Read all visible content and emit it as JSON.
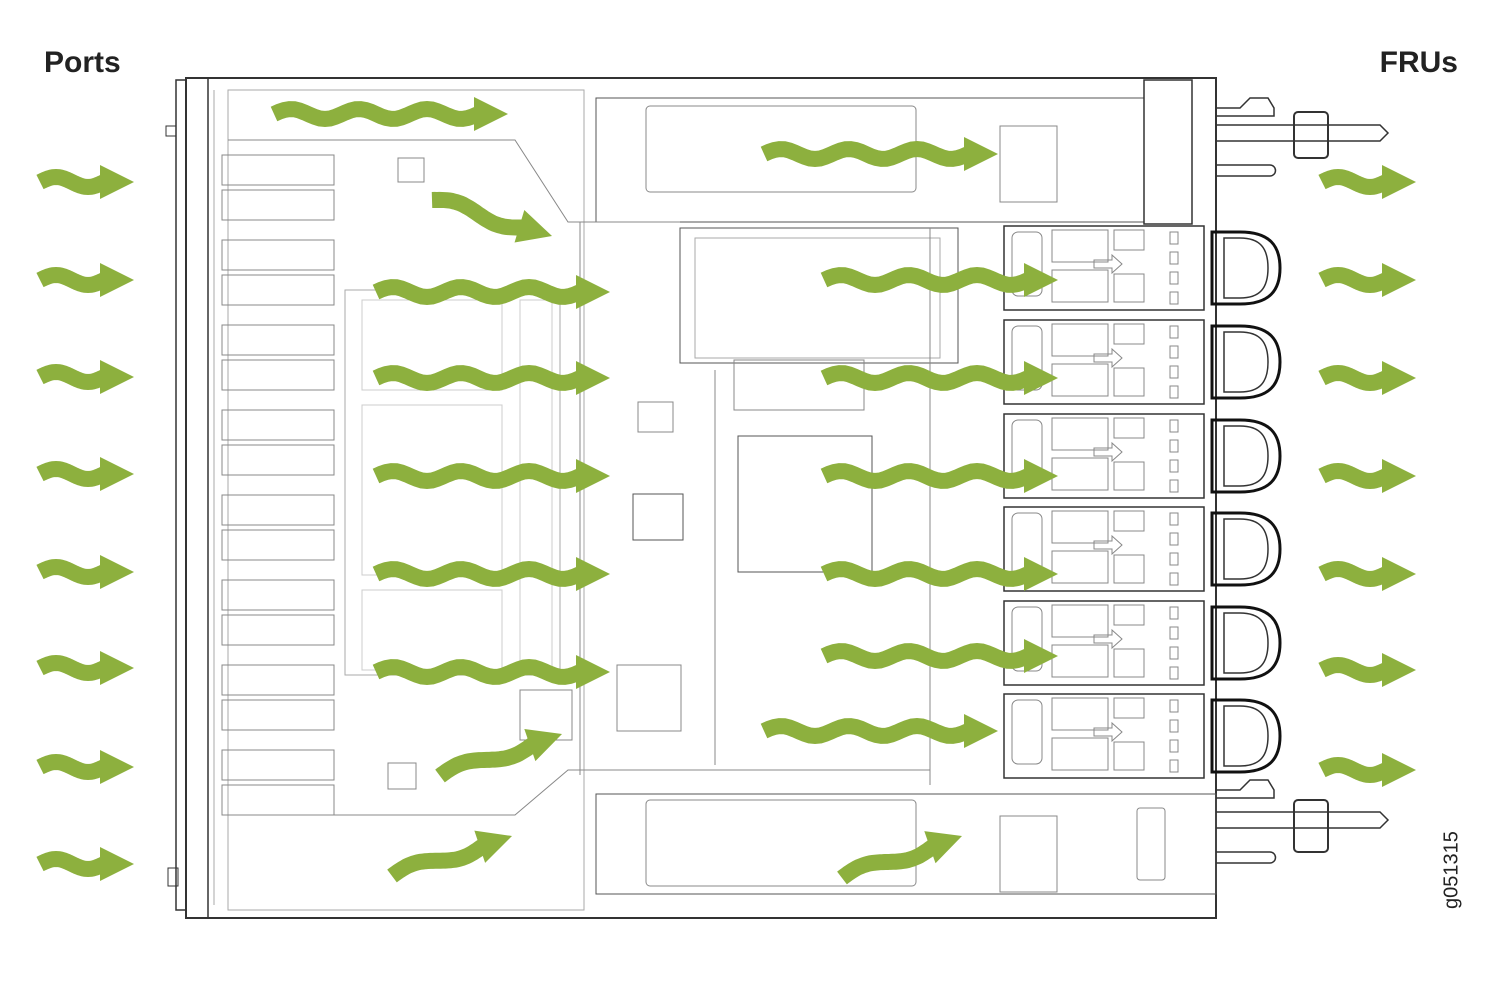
{
  "labels": {
    "left": "Ports",
    "right": "FRUs",
    "figure_id": "g051315"
  },
  "colors": {
    "arrow": "#8db03e",
    "line": "#333333",
    "faint": "#9a9a9a",
    "background": "#ffffff"
  },
  "icons": [
    "airflow-arrow"
  ]
}
